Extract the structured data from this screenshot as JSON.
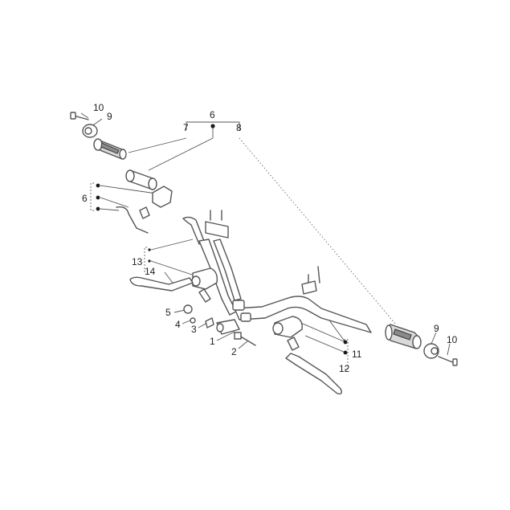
{
  "diagram": {
    "labels": {
      "c1": "1",
      "c2": "2",
      "c3": "3",
      "c4": "4",
      "c5": "5",
      "c6a": "6",
      "c6b": "6",
      "c7": "7",
      "c8": "8",
      "c9a": "9",
      "c9b": "9",
      "c10a": "10",
      "c10b": "10",
      "c11": "11",
      "c12": "12",
      "c13": "13",
      "c14": "14"
    },
    "colors": {
      "line": "#555555",
      "grip_fill": "#d9d9d9",
      "dot": "#1a1a1a",
      "background": "#ffffff"
    }
  }
}
